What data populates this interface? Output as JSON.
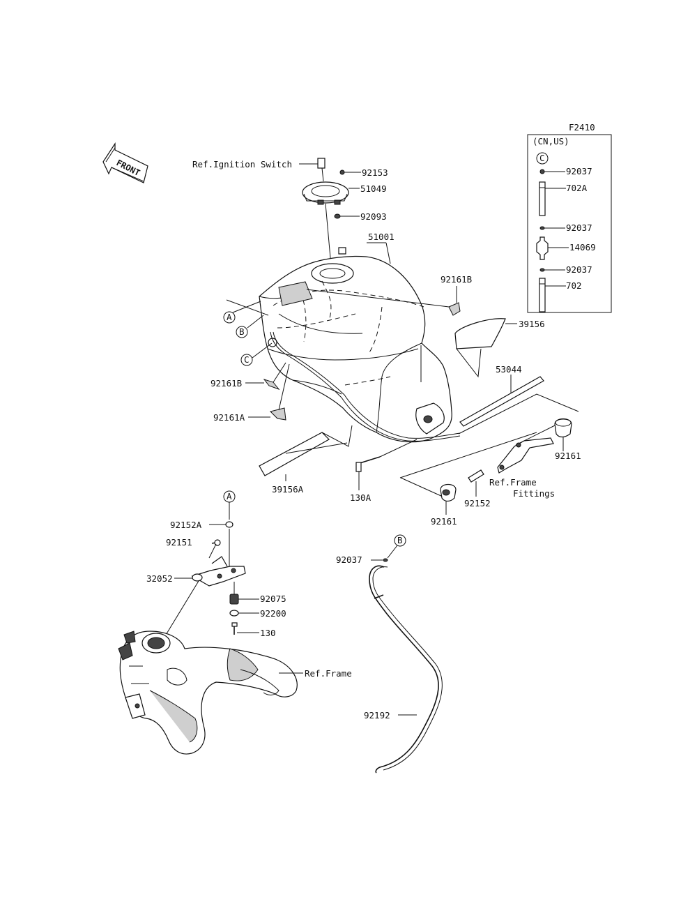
{
  "figure_code": "F2410",
  "inset": {
    "region_label": "(CN,US)",
    "ref": "C"
  },
  "front_marker": "FRONT",
  "labels": {
    "ignition": "Ref.Ignition Switch",
    "p92153": "92153",
    "p51049": "51049",
    "p92093": "92093",
    "p51001": "51001",
    "p92161B_top": "92161B",
    "ref_a": "A",
    "ref_b": "B",
    "ref_c": "C",
    "p39156": "39156",
    "p53044": "53044",
    "p92161B_left": "92161B",
    "p92161A": "92161A",
    "p92161_right": "92161",
    "ref_frame_fittings_1": "Ref.Frame",
    "ref_frame_fittings_2": "Fittings",
    "p39156A": "39156A",
    "p130A": "130A",
    "p92152": "92152",
    "p92161_bottom": "92161",
    "ref_a2": "A",
    "p92152A": "92152A",
    "p92151": "92151",
    "p32052": "32052",
    "p92075": "92075",
    "p92200": "92200",
    "p130": "130",
    "ref_frame": "Ref.Frame",
    "ref_b2": "B",
    "p92037_hose": "92037",
    "p92192": "92192",
    "inset_92037_1": "92037",
    "inset_702A": "702A",
    "inset_92037_2": "92037",
    "inset_14069": "14069",
    "inset_92037_3": "92037",
    "inset_702": "702"
  }
}
